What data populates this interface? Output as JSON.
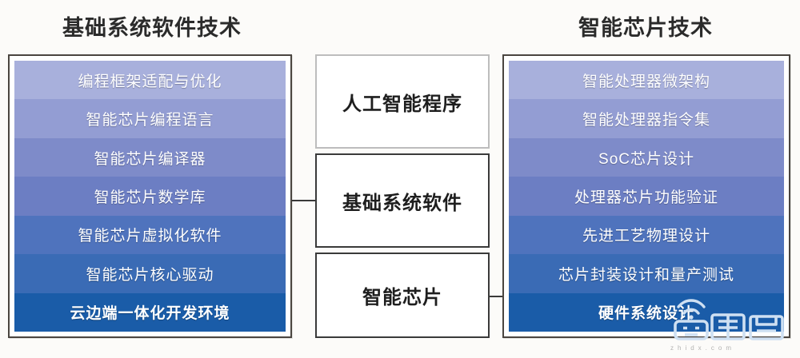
{
  "columns": {
    "left": {
      "title": "基础系统软件技术",
      "items": [
        {
          "label": "编程框架适配与优化",
          "color": "#a8b0dc"
        },
        {
          "label": "智能芯片编程语言",
          "color": "#939dd3"
        },
        {
          "label": "智能芯片编译器",
          "color": "#7e8bc9"
        },
        {
          "label": "智能芯片数学库",
          "color": "#6c7ec3"
        },
        {
          "label": "智能芯片虚拟化软件",
          "color": "#4f73bd"
        },
        {
          "label": "智能芯片核心驱动",
          "color": "#3a6bb5"
        },
        {
          "label": "云边端一体化开发环境",
          "color": "#1a5ca8",
          "bold": true
        }
      ]
    },
    "middle": {
      "boxes": [
        {
          "label": "人工智能程序",
          "border": "#bdbdbd"
        },
        {
          "label": "基础系统软件",
          "border": "#3a3a3a"
        },
        {
          "label": "智能芯片",
          "border": "#3a3a3a"
        }
      ]
    },
    "right": {
      "title": "智能芯片技术",
      "items": [
        {
          "label": "智能处理器微架构",
          "color": "#a8b0dc"
        },
        {
          "label": "智能处理器指令集",
          "color": "#939dd3"
        },
        {
          "label": "SoC芯片设计",
          "color": "#7e8bc9"
        },
        {
          "label": "处理器芯片功能验证",
          "color": "#6c7ec3"
        },
        {
          "label": "先进工艺物理设计",
          "color": "#4f73bd"
        },
        {
          "label": "芯片封装设计和量产测试",
          "color": "#3a6bb5"
        },
        {
          "label": "硬件系统设计",
          "color": "#1a5ca8",
          "bold": true
        }
      ]
    }
  },
  "watermark": {
    "text": "智東西",
    "subtext": "zhidx.com",
    "color": "#cfe0f2"
  }
}
